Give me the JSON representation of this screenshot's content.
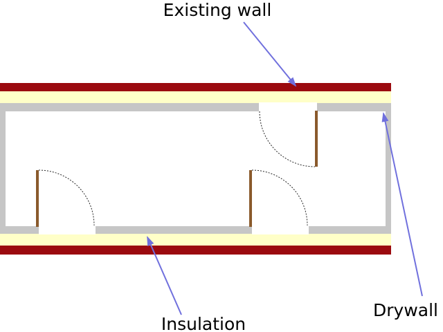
{
  "labels": {
    "existing_wall": "Existing wall",
    "drywall": "Drywall",
    "insulation": "Insulation"
  },
  "colors": {
    "existing_wall": "#9b0a0f",
    "insulation": "#ffffc8",
    "drywall": "#c6c6c6",
    "door": "#8a5a2c",
    "arrow": "#7070dd",
    "swing": "#222222"
  }
}
